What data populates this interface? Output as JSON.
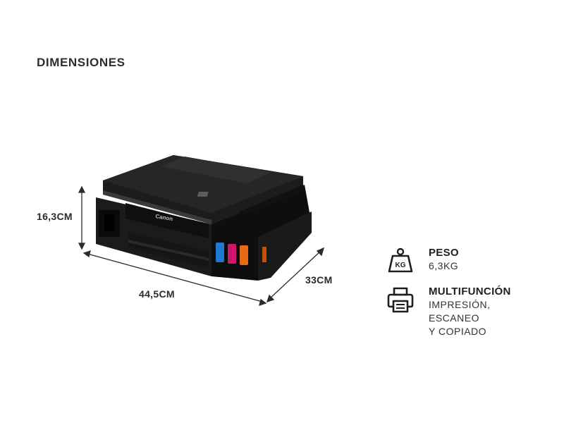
{
  "heading": "DIMENSIONES",
  "dimensions": {
    "height": "16,3CM",
    "width": "44,5CM",
    "depth": "33CM"
  },
  "printer": {
    "brand_logo": "Canon"
  },
  "specs": {
    "weight": {
      "icon": "kg-weight-icon",
      "icon_text": "KG",
      "title": "PESO",
      "value": "6,3KG"
    },
    "multifunction": {
      "icon": "printer-icon",
      "title": "MULTIFUNCIÓN",
      "lines": [
        "IMPRESIÓN,",
        "ESCANEO",
        "Y COPIADO"
      ]
    }
  },
  "colors": {
    "ink_cyan": "#1f78d1",
    "ink_magenta": "#d1146e",
    "ink_yellow": "#e86a14",
    "printer_body": "#141414"
  }
}
